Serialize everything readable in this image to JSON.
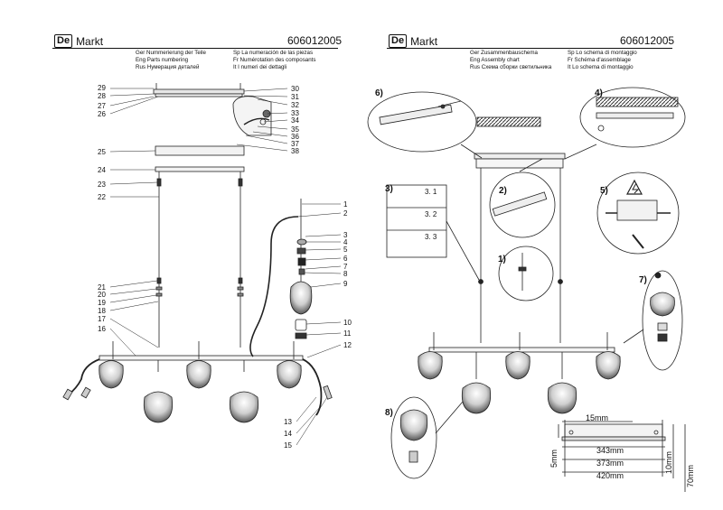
{
  "left": {
    "brand": {
      "logo": "De",
      "name": "Markt"
    },
    "code": "606012005",
    "legend": [
      [
        "Ger  Nummerierung der Teile",
        "Sp  La numeración de las piezas"
      ],
      [
        "Eng  Parts numbering",
        "Fr  Numérotation des composants"
      ],
      [
        "Rus  Нумерация деталей",
        "It  I numeri dei dettagli"
      ]
    ],
    "labels_left": [
      "29",
      "28",
      "27",
      "26",
      "25",
      "24",
      "23",
      "22",
      "21",
      "20",
      "19",
      "18",
      "17",
      "16"
    ],
    "labels_right": [
      "30",
      "31",
      "32",
      "33",
      "34",
      "35",
      "36",
      "37",
      "38",
      "1",
      "2",
      "3",
      "4",
      "5",
      "6",
      "7",
      "8",
      "9",
      "10",
      "11",
      "12",
      "13",
      "14",
      "15"
    ]
  },
  "right": {
    "brand": {
      "logo": "De",
      "name": "Markt"
    },
    "code": "606012005",
    "legend": [
      [
        "Ger  Zusammenbauschema",
        "Sp  Lo schema di montaggio"
      ],
      [
        "Eng  Assembly chart",
        "Fr  Schéma d'assemblage"
      ],
      [
        "Rus  Схема сборки светильника",
        "It  Lo schema di montaggio"
      ]
    ],
    "steps": [
      "1)",
      "2)",
      "3)",
      "4)",
      "5)",
      "6)",
      "7)",
      "8)"
    ],
    "substeps": [
      "3. 1",
      "3. 2",
      "3. 3"
    ],
    "dimensions": {
      "d15": "15mm",
      "d343": "343mm",
      "d373": "373mm",
      "d420": "420mm",
      "d5": "5mm",
      "d10": "10mm",
      "d70": "70mm"
    }
  }
}
